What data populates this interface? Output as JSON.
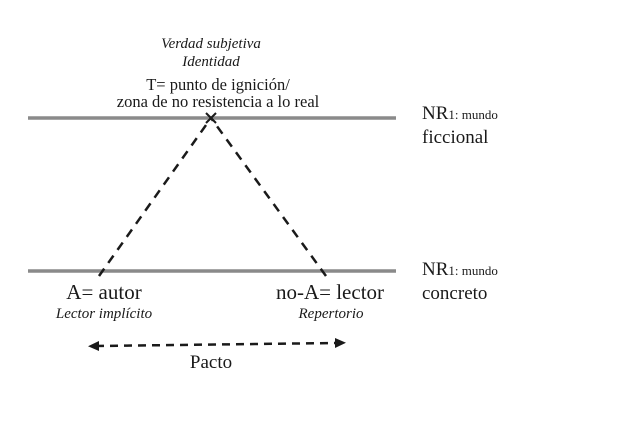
{
  "top_labels": {
    "line1": "Verdad subjetiva",
    "line2": "Identidad",
    "line3": "T= punto de ignición/",
    "line4": "zona de no resistencia a lo real"
  },
  "nr_top": {
    "prefix": "NR",
    "sub": "1",
    "line1_rest": ": mundo",
    "line2": "ficcional"
  },
  "nr_bottom": {
    "prefix": "NR",
    "sub": "1",
    "line1_rest": ": mundo",
    "line2": "concreto"
  },
  "left_vertex": {
    "main": "A= autor",
    "sub": "Lector implícito"
  },
  "right_vertex": {
    "main": "no-A= lector",
    "sub": "Repertorio"
  },
  "bottom_arrow": {
    "label": "Pacto"
  },
  "colors": {
    "level_line": "#8a8a8a",
    "dashes": "#1a1a1a",
    "text": "#1a1a1a"
  }
}
